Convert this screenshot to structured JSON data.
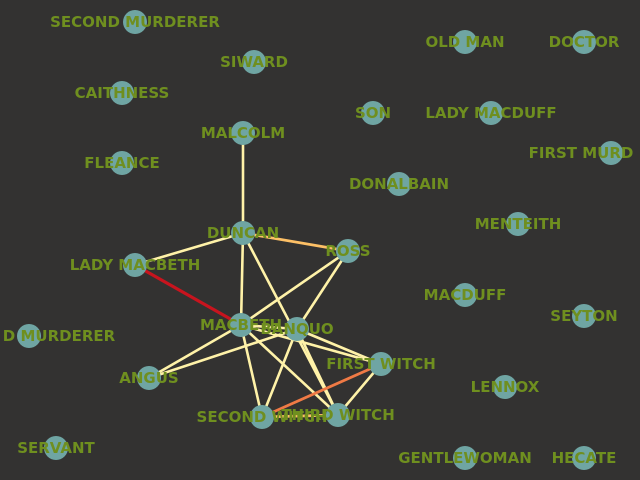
{
  "colors": {
    "background": "#333231",
    "node_fill": "#6fa5a3",
    "label": "#6f8f1f",
    "edge_weak": "#fff2a8",
    "edge_medium": "#fdc066",
    "edge_orange": "#f07a45",
    "edge_strong": "#c8141e"
  },
  "nodes": [
    {
      "id": "second_murderer",
      "label": "SECOND MURDERER"
    },
    {
      "id": "siward",
      "label": "SIWARD"
    },
    {
      "id": "old_man",
      "label": "OLD MAN"
    },
    {
      "id": "doctor",
      "label": "DOCTOR"
    },
    {
      "id": "caithness",
      "label": "CAITHNESS"
    },
    {
      "id": "son",
      "label": "SON"
    },
    {
      "id": "lady_macduff",
      "label": "LADY MACDUFF"
    },
    {
      "id": "malcolm",
      "label": "MALCOLM"
    },
    {
      "id": "fleance",
      "label": "FLEANCE"
    },
    {
      "id": "first_murderer",
      "label": "FIRST MURD"
    },
    {
      "id": "donalbain",
      "label": "DONALBAIN"
    },
    {
      "id": "menteith",
      "label": "MENTEITH"
    },
    {
      "id": "duncan",
      "label": "DUNCAN"
    },
    {
      "id": "ross",
      "label": "ROSS"
    },
    {
      "id": "lady_macbeth",
      "label": "LADY MACBETH"
    },
    {
      "id": "macduff",
      "label": "MACDUFF"
    },
    {
      "id": "seyton",
      "label": "SEYTON"
    },
    {
      "id": "third_murderer",
      "label": "D MURDERER"
    },
    {
      "id": "macbeth",
      "label": "MACBETH"
    },
    {
      "id": "banquo",
      "label": "BANQUO"
    },
    {
      "id": "first_witch",
      "label": "FIRST WITCH"
    },
    {
      "id": "angus",
      "label": "ANGUS"
    },
    {
      "id": "lennox",
      "label": "LENNOX"
    },
    {
      "id": "second_witch",
      "label": "SECOND WITCH"
    },
    {
      "id": "third_witch",
      "label": "THIRD WITCH"
    },
    {
      "id": "servant",
      "label": "SERVANT"
    },
    {
      "id": "gentlewoman",
      "label": "GENTLEWOMAN"
    },
    {
      "id": "hecate",
      "label": "HECATE"
    }
  ],
  "edges": [
    {
      "source": "malcolm",
      "target": "duncan",
      "strength": "weak"
    },
    {
      "source": "duncan",
      "target": "ross",
      "strength": "medium"
    },
    {
      "source": "duncan",
      "target": "lady_macbeth",
      "strength": "weak"
    },
    {
      "source": "duncan",
      "target": "macbeth",
      "strength": "weak"
    },
    {
      "source": "duncan",
      "target": "third_witch",
      "strength": "weak"
    },
    {
      "source": "lady_macbeth",
      "target": "macbeth",
      "strength": "strong"
    },
    {
      "source": "ross",
      "target": "macbeth",
      "strength": "weak"
    },
    {
      "source": "ross",
      "target": "banquo",
      "strength": "weak"
    },
    {
      "source": "macbeth",
      "target": "banquo",
      "strength": "weak"
    },
    {
      "source": "macbeth",
      "target": "first_witch",
      "strength": "weak"
    },
    {
      "source": "macbeth",
      "target": "angus",
      "strength": "weak"
    },
    {
      "source": "macbeth",
      "target": "second_witch",
      "strength": "weak"
    },
    {
      "source": "macbeth",
      "target": "third_witch",
      "strength": "weak"
    },
    {
      "source": "banquo",
      "target": "first_witch",
      "strength": "weak"
    },
    {
      "source": "banquo",
      "target": "angus",
      "strength": "weak"
    },
    {
      "source": "banquo",
      "target": "second_witch",
      "strength": "weak"
    },
    {
      "source": "banquo",
      "target": "third_witch",
      "strength": "weak"
    },
    {
      "source": "first_witch",
      "target": "second_witch",
      "strength": "orange"
    },
    {
      "source": "first_witch",
      "target": "third_witch",
      "strength": "weak"
    },
    {
      "source": "second_witch",
      "target": "third_witch",
      "strength": "medium"
    }
  ]
}
